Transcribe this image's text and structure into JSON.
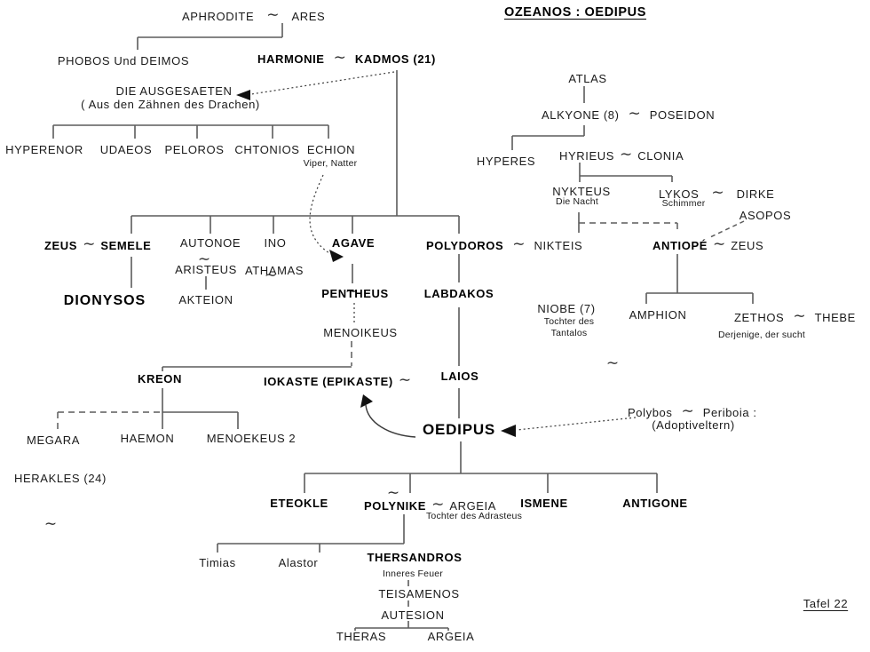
{
  "title": "OZEANOS : OEDIPUS",
  "footer": "Tafel 22",
  "sym": "∼",
  "nodes": {
    "aphrodite": "APHRODITE",
    "ares": "ARES",
    "phobos_deimos": "PHOBOS Und DEIMOS",
    "harmonie": "HARMONIE",
    "kadmos": "KADMOS (21)",
    "ausgesaeten": "DIE AUSGESAETEN",
    "ausgesaeten_sub": "( Aus den Zähnen des Drachen)",
    "hyperenor": "HYPERENOR",
    "udaeos": "UDAEOS",
    "peloros": "PELOROS",
    "chtonios": "CHTONIOS",
    "echion": "ECHION",
    "echion_sub": "Viper, Natter",
    "atlas": "ATLAS",
    "alkyone": "ALKYONE (8)",
    "poseidon": "POSEIDON",
    "hyperes": "HYPERES",
    "hyrieus": "HYRIEUS",
    "clonia": "CLONIA",
    "nykteus": "NYKTEUS",
    "nykteus_sub": "Die Nacht",
    "lykos": "LYKOS",
    "lykos_sub": "Schimmer",
    "dirke": "DIRKE",
    "asopos": "ASOPOS",
    "zeus_l": "ZEUS",
    "semele": "SEMELE",
    "autonoe": "AUTONOE",
    "aristeus": "ARISTEUS",
    "ino": "INO",
    "athamas": "ATHAMAS",
    "agave": "AGAVE",
    "polydoros": "POLYDOROS",
    "nikteis": "NIKTEIS",
    "antiope": "ANTIOPÉ",
    "zeus_r": "ZEUS",
    "dionysos": "DIONYSOS",
    "akteion": "AKTEION",
    "pentheus": "PENTHEUS",
    "labdakos": "LABDAKOS",
    "menoikeus": "MENOIKEUS",
    "niobe": "NIOBE (7)",
    "niobe_sub1": "Tochter des",
    "niobe_sub2": "Tantalos",
    "amphion": "AMPHION",
    "zethos": "ZETHOS",
    "thebe": "THEBE",
    "zethos_sub": "Derjenige, der sucht",
    "kreon": "KREON",
    "iokaste": "IOKASTE (EPIKASTE)",
    "laios": "LAIOS",
    "megara": "MEGARA",
    "herakles": "HERAKLES (24)",
    "haemon": "HAEMON",
    "menoekeus2": "MENOEKEUS 2",
    "oedipus": "OEDIPUS",
    "polybos": "Polybos",
    "periboia": "Periboia :",
    "adoptiveltern": "(Adoptiveltern)",
    "eteokle": "ETEOKLE",
    "polynike": "POLYNIKE",
    "argeia_w": "ARGEIA",
    "argeia_sub": "Tochter des Adrasteus",
    "ismene": "ISMENE",
    "antigone": "ANTIGONE",
    "timias": "Timias",
    "alastor": "Alastor",
    "thersandros": "THERSANDROS",
    "thersandros_sub": "Inneres Feuer",
    "teisamenos": "TEISAMENOS",
    "autesion": "AUTESION",
    "theras": "THERAS",
    "argeia_d": "ARGEIA"
  }
}
